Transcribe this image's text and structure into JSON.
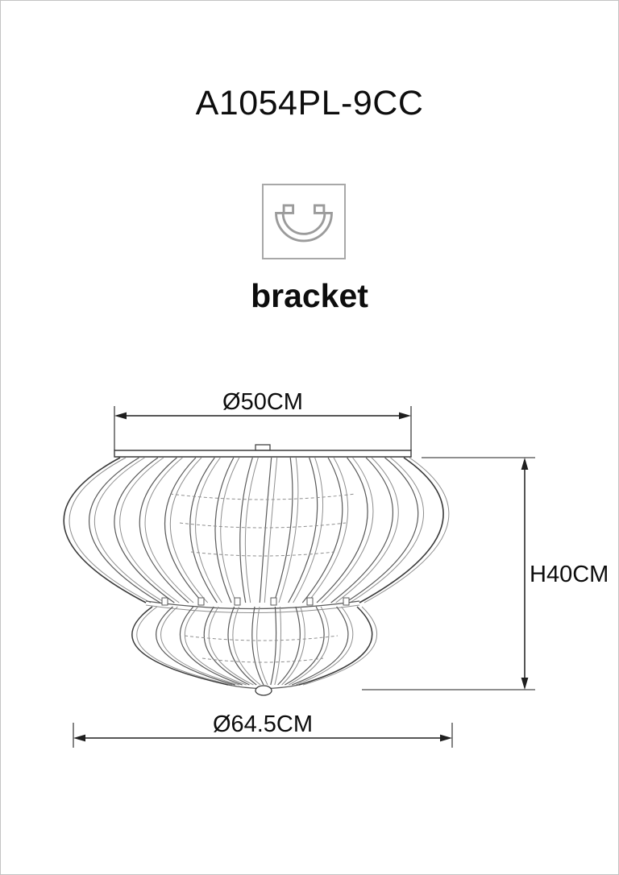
{
  "page": {
    "title": "A1054PL-9CC"
  },
  "bracket": {
    "label": "bracket",
    "icon": "mounting-bracket-icon"
  },
  "dimensions": {
    "top_diameter": "Ø50CM",
    "height": "H40CM",
    "bottom_diameter": "Ø64.5CM"
  },
  "colors": {
    "dimension": "#1f1f1f",
    "line": "#5a5a5a",
    "line_dark": "#3a3a3a",
    "line_light": "#8f8f8f",
    "bracket_icon": "#9b9b9b"
  }
}
